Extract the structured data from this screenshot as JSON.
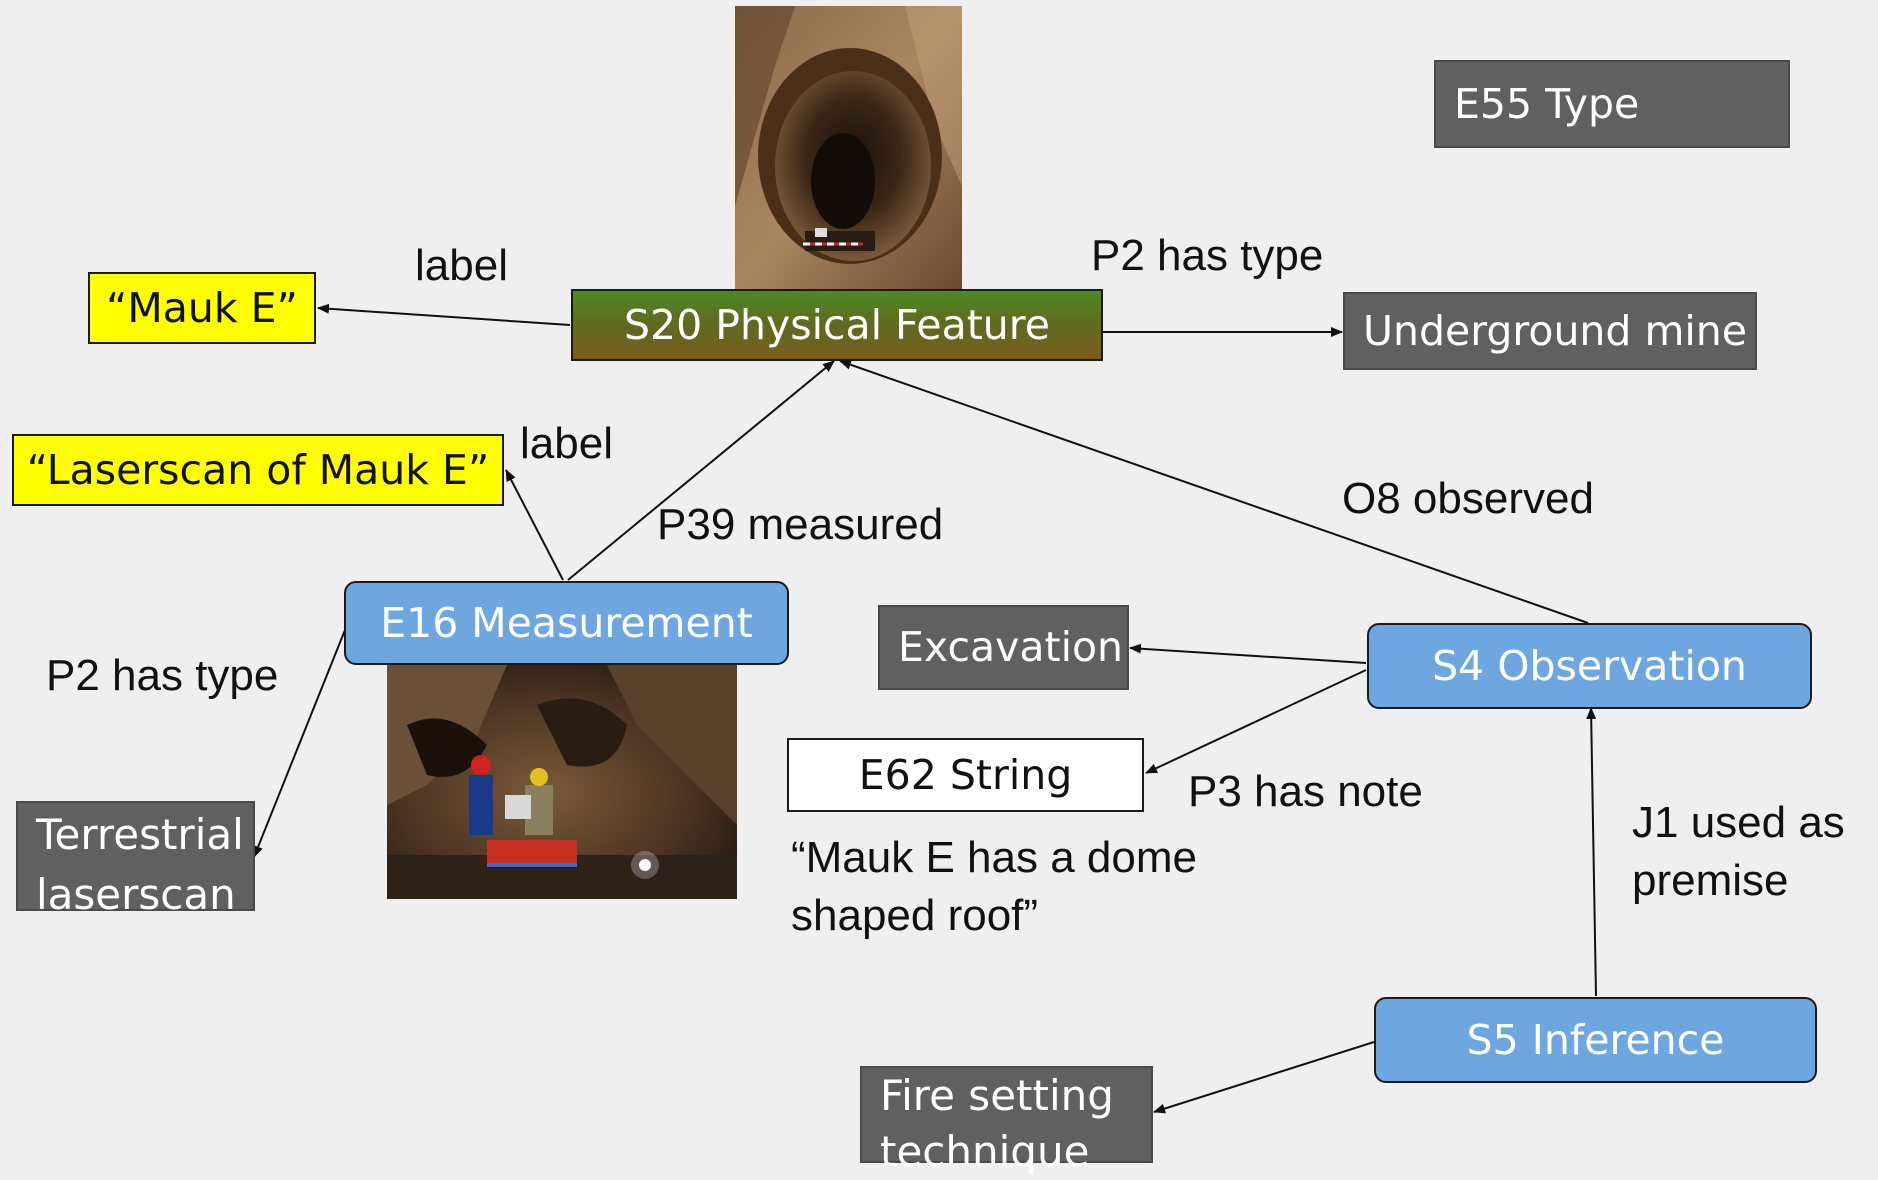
{
  "nodes": {
    "e55_type": "E55 Type",
    "s20": "S20 Physical Feature",
    "mauk_e": "“Mauk E”",
    "underground_mine": "Underground mine",
    "laserscan_label": "“Laserscan of Mauk E”",
    "e16": "E16 Measurement",
    "terrestrial": "Terrestrial laserscan",
    "excavation": "Excavation",
    "s4": "S4 Observation",
    "e62": "E62 String",
    "s5": "S5 Inference",
    "fire_setting": "Fire setting technique"
  },
  "edges": {
    "label_top": "label",
    "p2_has_type_top": "P2 has type",
    "label_mid": "label",
    "p39": "P39 measured",
    "o8": "O8 observed",
    "p2_has_type_left": "P2 has type",
    "p3": "P3 has note",
    "j1": "J1 used as premise"
  },
  "note_text": "“Mauk E has a dome shaped roof”",
  "colors": {
    "background": "#efefef",
    "gray_node": "#606060",
    "blue_node": "#6ea6df",
    "yellow_node": "#ffff00",
    "feature_green": "#4c8a22",
    "feature_brown": "#7a5c1c"
  },
  "images": {
    "top_photo": "mine-tunnel-opening",
    "bottom_photo": "cave-laserscan-crew"
  }
}
